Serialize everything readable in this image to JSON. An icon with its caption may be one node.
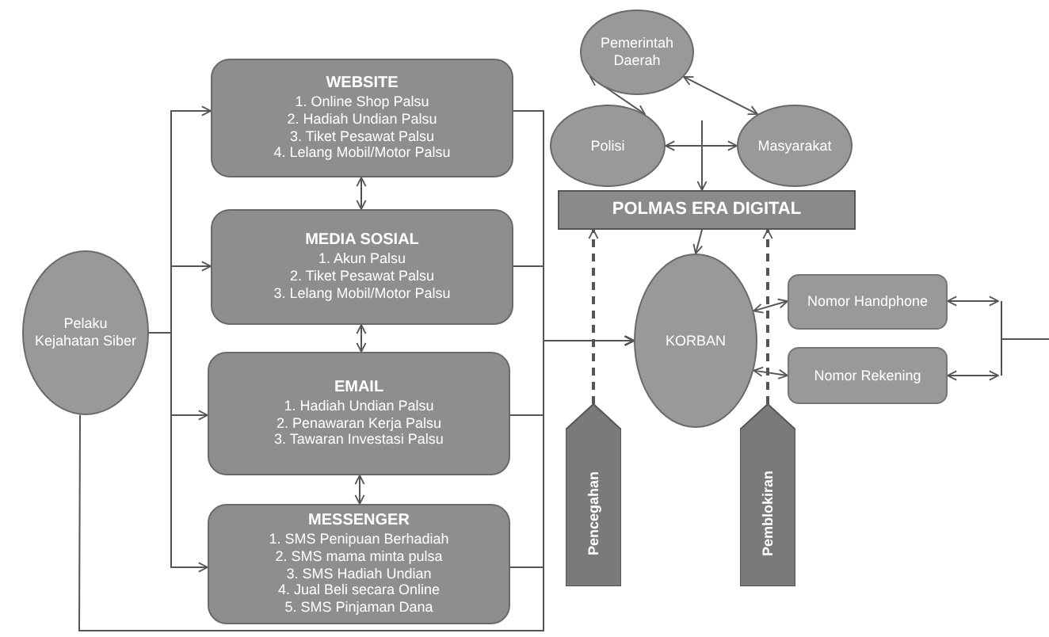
{
  "diagram": {
    "nodes": [
      {
        "text": [
          "Pelaku Kejahatan Siber"
        ]
      },
      {
        "text": [
          "WEBSITE",
          "1. Online Shop Palsu",
          "2. Hadiah Undian Palsu",
          "3. Tiket Pesawat Palsu",
          "4. Lelang Mobil/Motor Palsu"
        ]
      },
      {
        "text": [
          "MEDIA SOSIAL",
          "1. Akun Palsu",
          "2. Tiket Pesawat Palsu",
          "3. Lelang Mobil/Motor Palsu"
        ]
      },
      {
        "text": [
          "EMAIL",
          "1. Hadiah Undian Palsu",
          "2. Penawaran Kerja Palsu",
          "3. Tawaran Investasi Palsu"
        ]
      },
      {
        "text": [
          "MESSENGER",
          "1. SMS Penipuan Berhadiah",
          "2. SMS mama minta pulsa",
          "3. SMS Hadiah Undian",
          "4. Jual Beli secara Online",
          "5. SMS Pinjaman Dana"
        ]
      },
      {
        "text": [
          "Pemerintah Daerah"
        ]
      },
      {
        "text": [
          "Polisi"
        ]
      },
      {
        "text": [
          "Masyarakat"
        ]
      },
      {
        "text": [
          "POLMAS ERA DIGITAL"
        ]
      },
      {
        "text": [
          "KORBAN"
        ]
      },
      {
        "text": [
          "Nomor Handphone"
        ]
      },
      {
        "text": [
          "Nomor Rekening"
        ]
      },
      {
        "text": [
          "Pencegahan"
        ]
      },
      {
        "text": [
          "Pemblokiran"
        ]
      }
    ],
    "edges": [
      {
        "from": 0,
        "to": 1,
        "arrow": "to"
      },
      {
        "from": 0,
        "to": 2,
        "arrow": "to"
      },
      {
        "from": 0,
        "to": 3,
        "arrow": "to"
      },
      {
        "from": 0,
        "to": 4,
        "arrow": "to"
      },
      {
        "from": 0,
        "to": 9,
        "arrow": "to"
      },
      {
        "from": 1,
        "to": 2,
        "arrow": "both"
      },
      {
        "from": 2,
        "to": 3,
        "arrow": "both"
      },
      {
        "from": 3,
        "to": 4,
        "arrow": "both"
      },
      {
        "from": 1,
        "to": 9,
        "arrow": "to"
      },
      {
        "from": 2,
        "to": 9,
        "arrow": "to"
      },
      {
        "from": 3,
        "to": 9,
        "arrow": "to"
      },
      {
        "from": 4,
        "to": 9,
        "arrow": "to"
      },
      {
        "from": 5,
        "to": 6,
        "arrow": "both"
      },
      {
        "from": 5,
        "to": 7,
        "arrow": "both"
      },
      {
        "from": 6,
        "to": 7,
        "arrow": "both"
      },
      {
        "from": null,
        "to": 8,
        "arrow": "to"
      },
      {
        "from": 8,
        "to": 9,
        "arrow": "to"
      },
      {
        "from": 9,
        "to": 10,
        "arrow": "both"
      },
      {
        "from": 9,
        "to": 11,
        "arrow": "both"
      },
      {
        "from": 10,
        "to": null,
        "arrow": "both"
      },
      {
        "from": 11,
        "to": null,
        "arrow": "both"
      },
      {
        "from": 12,
        "to": 8,
        "arrow": "to",
        "style": "dashed"
      },
      {
        "from": 13,
        "to": 8,
        "arrow": "to",
        "style": "dashed"
      }
    ]
  }
}
